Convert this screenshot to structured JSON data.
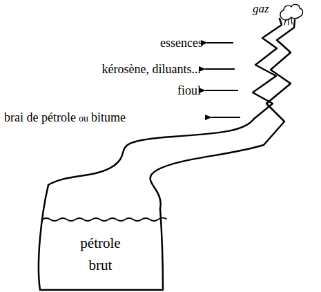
{
  "diagram": {
    "nodes": [
      {
        "text": [
          "pétrole brut"
        ]
      }
    ],
    "labels": [
      "gaz",
      "essences",
      "kérosène, diluants...",
      "fioul",
      "brai de pétrole",
      "ou",
      "bitume"
    ]
  }
}
